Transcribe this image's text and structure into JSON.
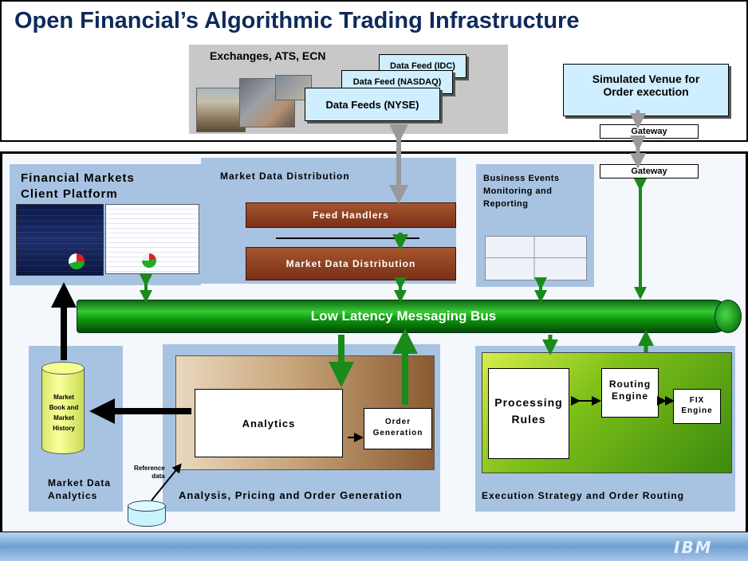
{
  "title": "Open Financial’s Algorithmic Trading Infrastructure",
  "exchanges": {
    "title": "Exchanges, ATS, ECN",
    "feeds": [
      "Data Feed (IDC)",
      "Data Feed (NASDAQ)",
      "Data Feeds (NYSE)"
    ]
  },
  "simulated_venue": {
    "line1": "Simulated Venue for",
    "line2": "Order execution"
  },
  "gateways": [
    "Gateway",
    "Gateway"
  ],
  "financial_markets": {
    "line1": "Financial Markets",
    "line2": "Client Platform"
  },
  "market_data_distribution": {
    "title": "Market Data Distribution",
    "feed_handlers": "Feed Handlers",
    "distribution": "Market Data Distribution"
  },
  "business_events": {
    "line1": "Business Events",
    "line2": "Monitoring and",
    "line3": "Reporting"
  },
  "bus": "Low Latency Messaging Bus",
  "market_db": {
    "line1": "Market",
    "line2": "Book and",
    "line3": "Market",
    "line4": "History"
  },
  "market_data_analytics": {
    "line1": "Market Data",
    "line2": "Analytics"
  },
  "analysis": {
    "analytics": "Analytics",
    "order_line1": "Order",
    "order_line2": "Generation",
    "title": "Analysis, Pricing and Order Generation",
    "reference_line1": "Reference",
    "reference_line2": "data"
  },
  "execution": {
    "rules_line1": "Processing",
    "rules_line2": "Rules",
    "routing_line1": "Routing",
    "routing_line2": "Engine",
    "fix_line1": "FIX",
    "fix_line2": "Engine",
    "title": "Execution Strategy and Order Routing"
  },
  "logo": "IBM",
  "colors": {
    "bus_green": "#10a010",
    "arrow_green": "#1a8a1a",
    "brown_bar": "#8a3a1c",
    "panel_blue": "#a8c3e2",
    "feed_blue": "#cfeeff",
    "title_navy": "#0e2a5a"
  }
}
